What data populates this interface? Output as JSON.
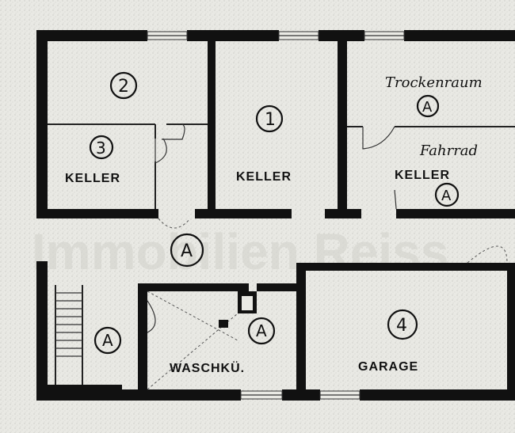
{
  "watermark": "Immobilien Reiss",
  "rooms": [
    {
      "id": "keller-2",
      "number": "2",
      "label": ""
    },
    {
      "id": "keller-1",
      "number": "1",
      "label": "KELLER"
    },
    {
      "id": "keller-3",
      "number": "3",
      "label": "KELLER"
    },
    {
      "id": "keller-a",
      "number": "A",
      "label": "KELLER"
    },
    {
      "id": "flur",
      "number": "A",
      "label": ""
    },
    {
      "id": "treppe",
      "number": "A",
      "label": ""
    },
    {
      "id": "waschkueche",
      "number": "A",
      "label": "WASCHKÜ."
    },
    {
      "id": "garage",
      "number": "4",
      "label": "GARAGE"
    }
  ],
  "annotations": {
    "trockenraum": "Trockenraum",
    "trockenraum_mark": "A",
    "fahrrad": "Fahrrad"
  }
}
